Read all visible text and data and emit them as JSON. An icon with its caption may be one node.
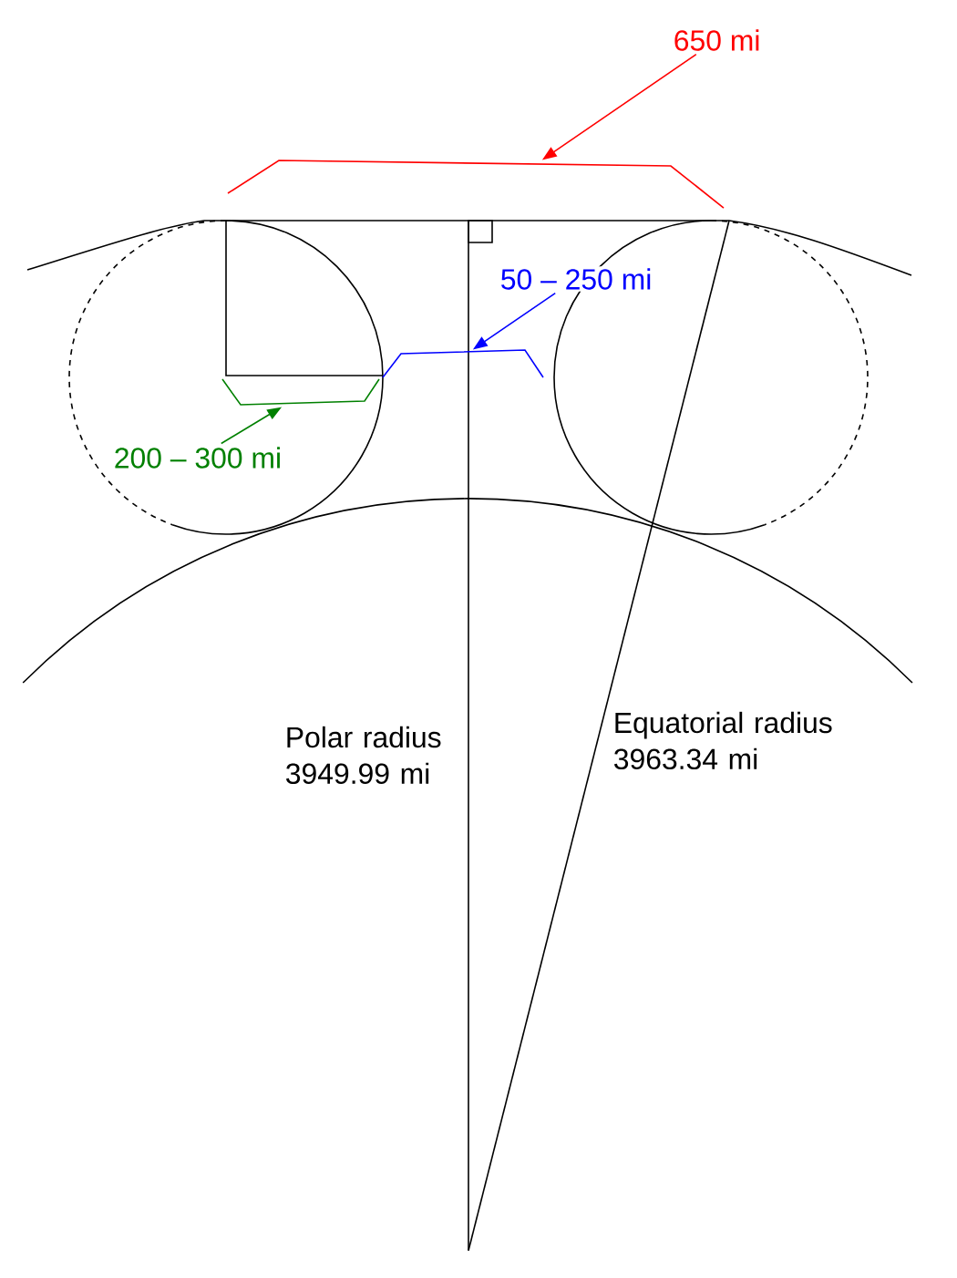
{
  "diagram": {
    "nodes": [
      {
        "text": [
          "650 mi"
        ]
      },
      {
        "text": [
          "50 – 250 mi"
        ]
      },
      {
        "text": [
          "200 – 300 mi"
        ]
      },
      {
        "text": [],
        "shape": "bracket"
      },
      {
        "text": [],
        "shape": "bracket"
      },
      {
        "text": [],
        "shape": "bracket"
      }
    ],
    "edges": [
      {
        "from": 0,
        "to": 3,
        "arrow": "to",
        "color": "#ff0000"
      },
      {
        "from": 1,
        "to": 4,
        "arrow": "to",
        "color": "#0000ff"
      },
      {
        "from": 2,
        "to": 5,
        "arrow": "to",
        "color": "#008000"
      }
    ],
    "labels": [
      "Polar radius 3949.99 mi",
      "Equatorial radius 3963.34 mi"
    ]
  }
}
